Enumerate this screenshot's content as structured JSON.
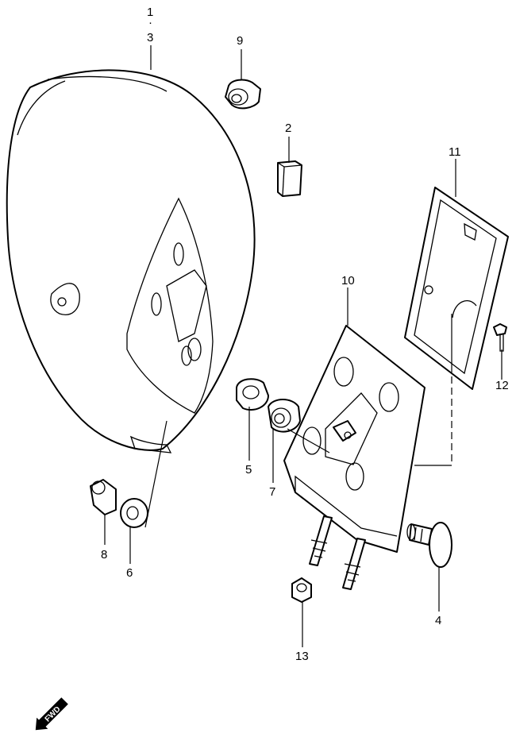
{
  "callouts": [
    {
      "id": "1",
      "label": "1"
    },
    {
      "id": "dot",
      "label": "·"
    },
    {
      "id": "3",
      "label": "3"
    },
    {
      "id": "9",
      "label": "9"
    },
    {
      "id": "2",
      "label": "2"
    },
    {
      "id": "11",
      "label": "11"
    },
    {
      "id": "10",
      "label": "10"
    },
    {
      "id": "12",
      "label": "12"
    },
    {
      "id": "5",
      "label": "5"
    },
    {
      "id": "7",
      "label": "7"
    },
    {
      "id": "8",
      "label": "8"
    },
    {
      "id": "6",
      "label": "6"
    },
    {
      "id": "4",
      "label": "4"
    },
    {
      "id": "13",
      "label": "13"
    }
  ],
  "fwd_marker": {
    "label": "FWD",
    "icon": "fwd-arrow-icon"
  }
}
